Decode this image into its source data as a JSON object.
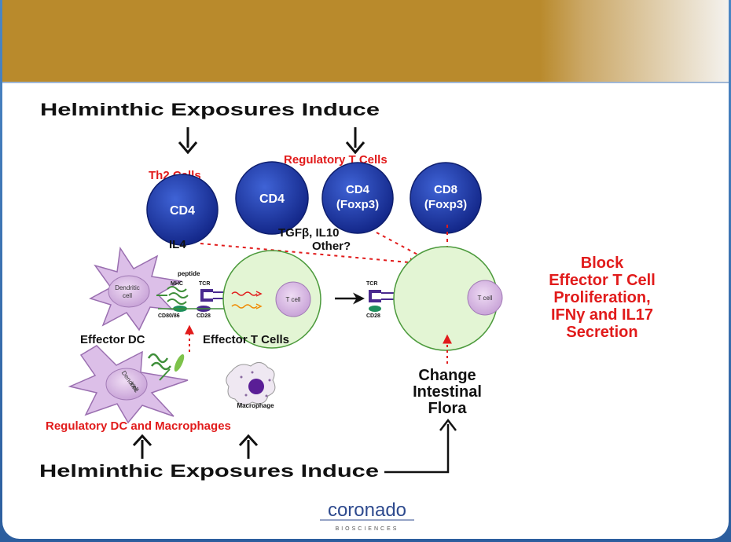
{
  "top_heading": "Helminthic Exposures Induce",
  "bottom_heading": "Helminthic Exposures Induce",
  "th2_label": "Th2 Cells",
  "treg_label": "Regulatory T Cells",
  "cells": {
    "cd4_th2": "CD4",
    "cd4_reg": "CD4",
    "cd4_foxp3_line1": "CD4",
    "cd4_foxp3_line2": "(Foxp3)",
    "cd8_foxp3_line1": "CD8",
    "cd8_foxp3_line2": "(Foxp3)"
  },
  "il4": "IL4",
  "tgf_line1": "TGFβ, IL10",
  "tgf_line2": "Other?",
  "dendritic_label_line1": "Dendritic",
  "dendritic_label_line2": "cell",
  "peptide": "peptide",
  "mhc": "MHC",
  "tcr": "TCR",
  "cd80": "CD80/86",
  "cd28": "CD28",
  "tcell": "T cell",
  "tcr2": "TCR",
  "cd28b": "CD28",
  "tcell2": "T cell",
  "effector_dc": "Effector DC",
  "effector_t": "Effector T Cells",
  "reg_dc_cell_line1": "Dendritic",
  "reg_dc_cell_line2": "cell",
  "macrophage": "Macrophage",
  "reg_dc_macro": "Regulatory DC and Macrophages",
  "flora_line1": "Change",
  "flora_line2": "Intestinal",
  "flora_line3": "Flora",
  "block_lines": [
    "Block",
    "Effector T Cell",
    "Proliferation,",
    "IFNγ and IL17",
    "Secretion"
  ],
  "logo_name": "coronado",
  "logo_sub": "BIOSCIENCES",
  "colors": {
    "banner": "#b98a2c",
    "red": "#e11b1b",
    "blue_cell": "#1f3fa8",
    "dendritic": "#d8b8e4",
    "tcell_fill": "#e3f5d4"
  }
}
